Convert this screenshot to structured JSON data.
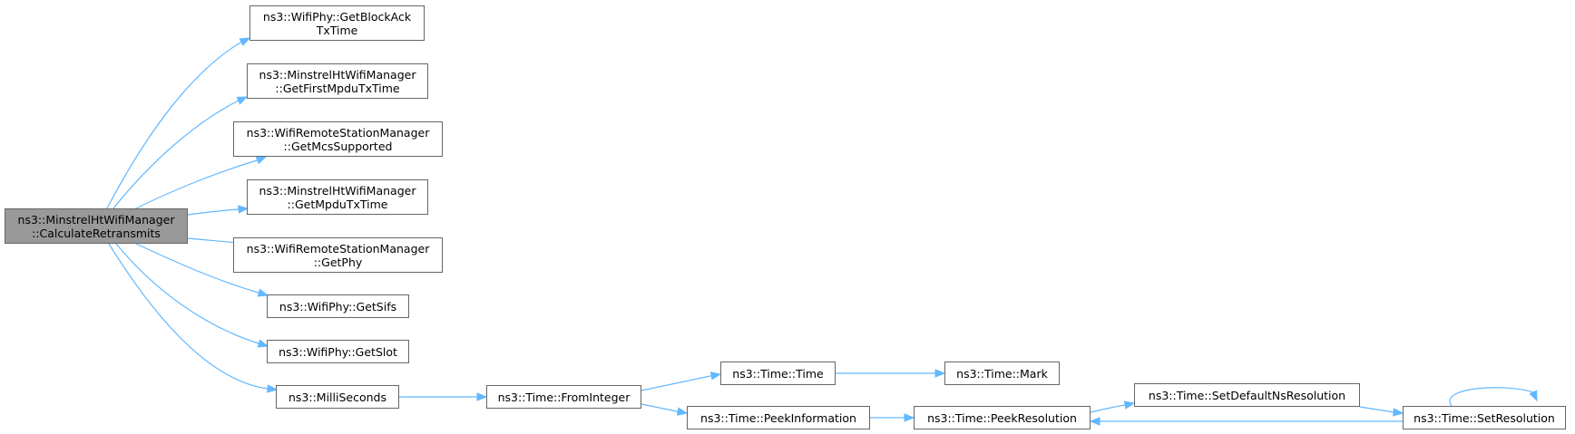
{
  "nodes": {
    "calc": {
      "line1": "ns3::MinstrelHtWifiManager",
      "line2": "::CalculateRetransmits"
    },
    "blockack": {
      "line1": "ns3::WifiPhy::GetBlockAck",
      "line2": "TxTime"
    },
    "firstmpdu": {
      "line1": "ns3::MinstrelHtWifiManager",
      "line2": "::GetFirstMpduTxTime"
    },
    "mcs": {
      "line1": "ns3::WifiRemoteStationManager",
      "line2": "::GetMcsSupported"
    },
    "mpdu": {
      "line1": "ns3::MinstrelHtWifiManager",
      "line2": "::GetMpduTxTime"
    },
    "getphy": {
      "line1": "ns3::WifiRemoteStationManager",
      "line2": "::GetPhy"
    },
    "sifs": {
      "line1": "ns3::WifiPhy::GetSifs"
    },
    "slot": {
      "line1": "ns3::WifiPhy::GetSlot"
    },
    "milli": {
      "line1": "ns3::MilliSeconds"
    },
    "fromint": {
      "line1": "ns3::Time::FromInteger"
    },
    "time": {
      "line1": "ns3::Time::Time"
    },
    "mark": {
      "line1": "ns3::Time::Mark"
    },
    "peekinfo": {
      "line1": "ns3::Time::PeekInformation"
    },
    "peekres": {
      "line1": "ns3::Time::PeekResolution"
    },
    "setdefault": {
      "line1": "ns3::Time::SetDefaultNsResolution"
    },
    "setres": {
      "line1": "ns3::Time::SetResolution"
    }
  },
  "edges": [
    [
      "calc",
      "blockack"
    ],
    [
      "calc",
      "firstmpdu"
    ],
    [
      "calc",
      "mcs"
    ],
    [
      "calc",
      "mpdu"
    ],
    [
      "calc",
      "getphy"
    ],
    [
      "calc",
      "sifs"
    ],
    [
      "calc",
      "slot"
    ],
    [
      "calc",
      "milli"
    ],
    [
      "milli",
      "fromint"
    ],
    [
      "fromint",
      "time"
    ],
    [
      "fromint",
      "peekinfo"
    ],
    [
      "time",
      "mark"
    ],
    [
      "peekinfo",
      "peekres"
    ],
    [
      "peekres",
      "setdefault"
    ],
    [
      "setdefault",
      "setres"
    ],
    [
      "setres",
      "peekres"
    ],
    [
      "setres",
      "setres"
    ]
  ],
  "colors": {
    "edge": "#63b8ff",
    "node_border": "#666666",
    "root_fill": "#999999"
  }
}
